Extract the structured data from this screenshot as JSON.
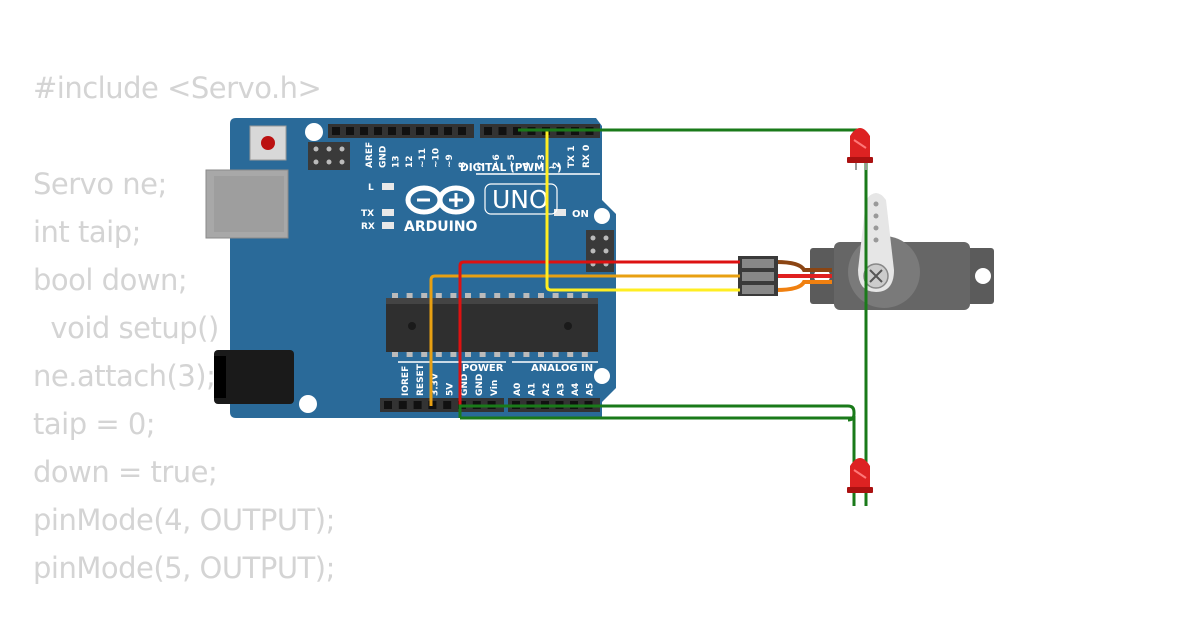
{
  "code_lines": [
    "#include <Servo.h>",
    "",
    "Servo ne;",
    "int taip;",
    "bool down;",
    "  void setup()",
    "ne.attach(3);",
    "taip = 0;",
    "down = true;",
    "pinMode(4, OUTPUT);",
    "pinMode(5, OUTPUT);"
  ],
  "board": {
    "model": "UNO",
    "brand": "ARDUINO",
    "digital_label": "DIGITAL (PWM ~)",
    "power_label": "POWER",
    "analog_label": "ANALOG IN",
    "led_l": "L",
    "led_tx": "TX",
    "led_rx": "RX",
    "led_on": "ON",
    "digital_pins": [
      "AREF",
      "GND",
      "13",
      "12",
      "~11",
      "~10",
      "~9",
      "8",
      "7",
      "~6",
      "~5",
      "4",
      "~3",
      "2",
      "TX 1",
      "RX 0"
    ],
    "power_pins": [
      "IOREF",
      "RESET",
      "3.3V",
      "5V",
      "GND",
      "GND",
      "Vin"
    ],
    "analog_pins": [
      "A0",
      "A1",
      "A2",
      "A3",
      "A4",
      "A5"
    ]
  },
  "wire_colors": {
    "ground": "#1a7a1a",
    "power": "#dd1111",
    "signal": "#e8a012",
    "led_signal": "#ffee22",
    "servo_brown": "#8b4513",
    "servo_red": "#e02020",
    "servo_orange": "#f08010"
  },
  "colors": {
    "board": "#2a6a99",
    "led_red": "#dd2222",
    "servo_body": "#5b5b5b"
  }
}
